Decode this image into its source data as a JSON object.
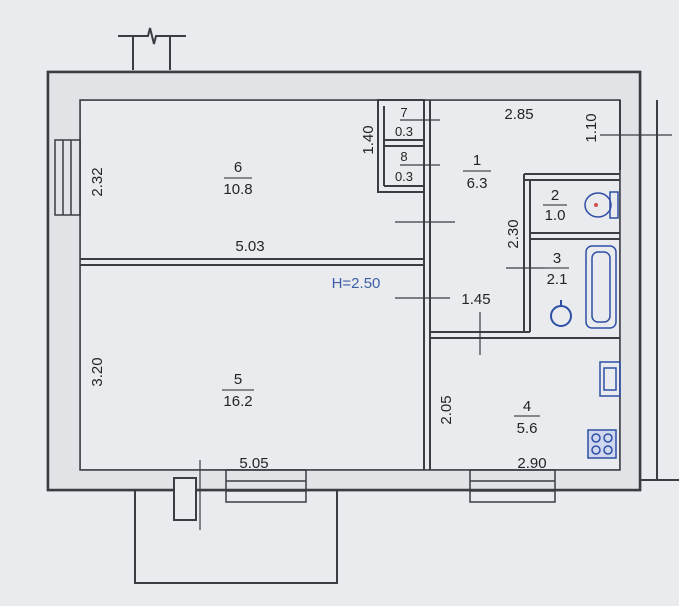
{
  "plan": {
    "height_label": "H=2.50",
    "colors": {
      "paper": "#e9ebee",
      "wall": "#3a3d44",
      "ink": "#222428",
      "fixture": "#2f4fa6",
      "height_label": "#3d5fa8"
    },
    "rooms": [
      {
        "number": "1",
        "area": "6.3"
      },
      {
        "number": "2",
        "area": "1.0"
      },
      {
        "number": "3",
        "area": "2.1"
      },
      {
        "number": "4",
        "area": "5.6"
      },
      {
        "number": "5",
        "area": "16.2"
      },
      {
        "number": "6",
        "area": "10.8"
      },
      {
        "number": "7",
        "area": "0.3"
      },
      {
        "number": "8",
        "area": "0.3"
      }
    ],
    "dimensions": {
      "hall_width": "2.85",
      "entry_depth": "1.10",
      "closet_depth": "1.40",
      "room6_depth": "2.32",
      "room6_width": "5.03",
      "bath_depth": "2.30",
      "hall_passage": "1.45",
      "room5_depth": "3.20",
      "room5_width": "5.05",
      "kitchen_depth": "2.05",
      "kitchen_width": "2.90"
    },
    "fixtures": [
      "toilet-icon",
      "bathtub-icon",
      "sink-icon",
      "stove-icon"
    ]
  }
}
